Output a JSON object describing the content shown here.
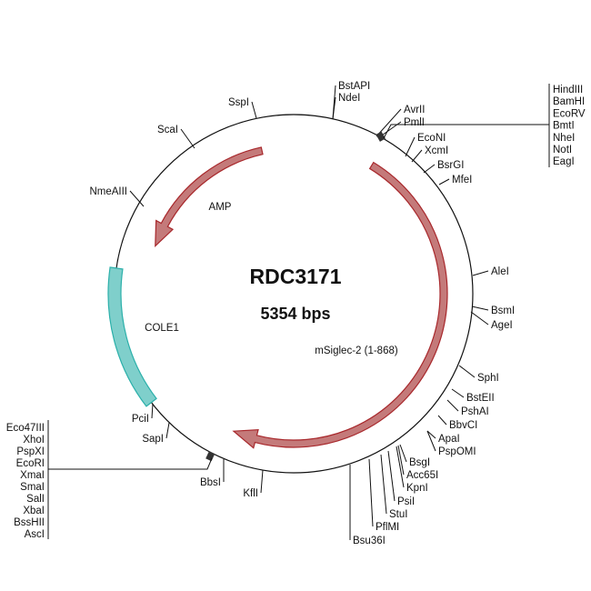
{
  "plasmid": {
    "name": "RDC3171",
    "size": "5354 bps"
  },
  "features": {
    "amp": "AMP",
    "cole1": "COLE1",
    "insert": "mSiglec-2 (1-868)"
  },
  "colors": {
    "arrow_fill": "#c47a7a",
    "arrow_stroke": "#a8282c",
    "ori_fill": "#7fcfcb",
    "ori_stroke": "#2bb0aa",
    "backbone": "#111111"
  },
  "sites": [
    "BstAPI",
    "NdeI",
    "AvrII",
    "PmlI",
    "EcoNI",
    "XcmI",
    "BsrGI",
    "MfeI",
    "AleI",
    "BsmI",
    "AgeI",
    "SphI",
    "BstEII",
    "PshAI",
    "BbvCI",
    "ApaI",
    "PspOMI",
    "BsgI",
    "Acc65I",
    "KpnI",
    "PsiI",
    "StuI",
    "PflMI",
    "Bsu36I",
    "KflI",
    "BbsI",
    "SapI",
    "PciI",
    "ScaI",
    "SspI",
    "NmeAIII"
  ],
  "mcs_right": [
    "HindIII",
    "BamHI",
    "EcoRV",
    "BmtI",
    "NheI",
    "NotI",
    "EagI"
  ],
  "mcs_left": [
    "Eco47III",
    "XhoI",
    "PspXI",
    "EcoRI",
    "XmaI",
    "SmaI",
    "SalI",
    "XbaI",
    "BssHII",
    "AscI"
  ]
}
